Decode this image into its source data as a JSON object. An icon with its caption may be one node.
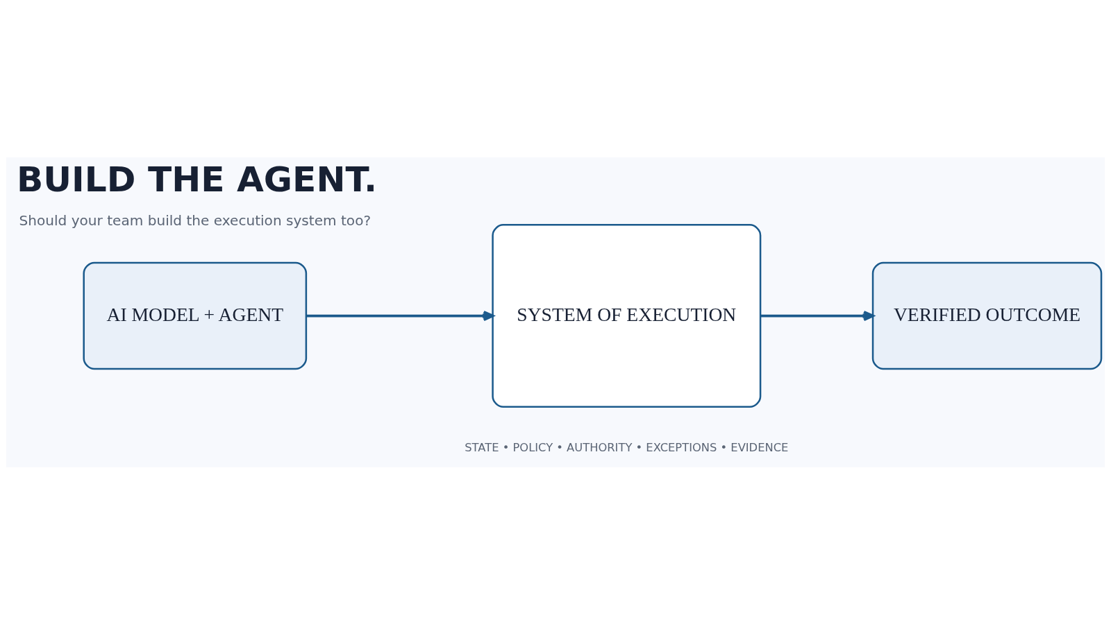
{
  "diagram": {
    "title": "BUILD THE AGENT.",
    "nodes": [
      {
        "text": [
          "AI MODEL + AGENT"
        ]
      },
      {
        "text": [
          "SYSTEM OF EXECUTION"
        ]
      },
      {
        "text": [
          "VERIFIED OUTCOME"
        ]
      }
    ],
    "edges": [
      {
        "from": 0,
        "to": 1,
        "arrow": "to"
      },
      {
        "from": 1,
        "to": 2,
        "arrow": "to"
      }
    ],
    "labels": [
      "Should your team build the execution system too?",
      "STATE • POLICY • AUTHORITY • EXCEPTIONS • EVIDENCE"
    ]
  }
}
